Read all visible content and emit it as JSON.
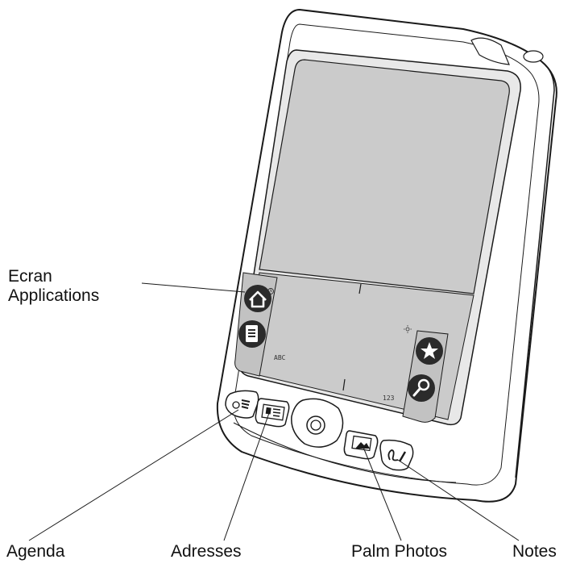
{
  "labels": {
    "ecran_line1": "Ecran",
    "ecran_line2": "Applications",
    "agenda": "Agenda",
    "adresses": "Adresses",
    "palm_photos": "Palm Photos",
    "notes": "Notes"
  },
  "graffiti": {
    "abc": "ABC",
    "num": "123"
  },
  "icons": {
    "home": "home-icon",
    "menu": "menu-icon",
    "favorites": "star-icon",
    "find": "magnifier-icon",
    "agenda": "calendar-icon",
    "adresses": "contact-card-icon",
    "photos": "photo-icon",
    "notes": "note-icon",
    "nav": "navigator-icon",
    "clock": "clock-icon",
    "brightness": "brightness-icon"
  },
  "colors": {
    "screen": "#cbcbcb",
    "outline": "#1a1a1a",
    "button_fill": "#2b2b2b"
  }
}
